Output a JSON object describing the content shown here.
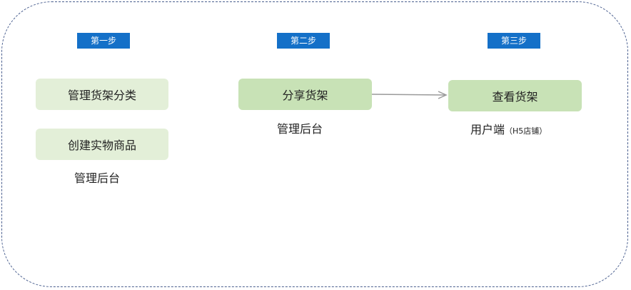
{
  "steps": [
    "第一步",
    "第二步",
    "第三步"
  ],
  "col1": {
    "boxes": [
      "管理货架分类",
      "创建实物商品"
    ],
    "caption": "管理后台"
  },
  "col2": {
    "box": "分享货架",
    "caption": "管理后台"
  },
  "col3": {
    "box": "查看货架",
    "caption_main": "用户端",
    "caption_sub": "（H5店铺）"
  },
  "colors": {
    "step_bg": "#1470c8",
    "box_light": "#e3efd8",
    "box_mid": "#c8e2b6",
    "frame": "#4a5f8f",
    "arrow": "#9a9a9a"
  }
}
